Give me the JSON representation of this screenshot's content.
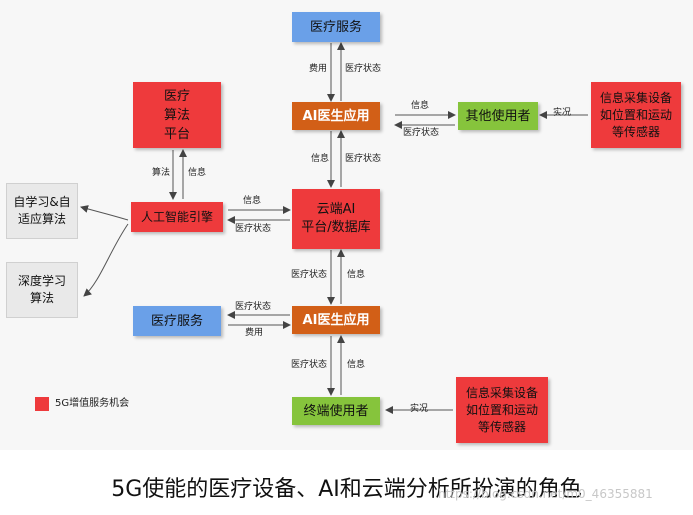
{
  "nodes": {
    "top_medical_service": "医疗服务",
    "medical_algorithm_platform": "医疗\n算法\n平台",
    "ai_doctor_app_top": "AI医生应用",
    "other_users": "其他使用者",
    "sensor_top": "信息采集设备\n如位置和运动\n等传感器",
    "self_learning": "自学习&自\n适应算法",
    "ai_engine": "人工智能引擎",
    "cloud_ai_platform": "云端AI\n平台/数据库",
    "deep_learning": "深度学习\n算法",
    "left_medical_service": "医疗服务",
    "ai_doctor_app_bottom": "AI医生应用",
    "terminal_user": "终端使用者",
    "sensor_bottom": "信息采集设备\n如位置和运动\n等传感器"
  },
  "labels": {
    "top_fee": "费用",
    "top_med_status": "医疗状态",
    "algo": "算法",
    "info_algo": "信息",
    "info_app_other": "信息",
    "status_other_app": "医疗状态",
    "realtime_top": "实况",
    "info_app_cloud": "信息",
    "status_cloud_app": "医疗状态",
    "info_engine_cloud": "信息",
    "status_cloud_engine": "医疗状态",
    "status_cloud_app2": "医疗状态",
    "info_app2_cloud": "信息",
    "status_app2_service": "医疗状态",
    "fee_service_app2": "费用",
    "status_app2_terminal": "医疗状态",
    "info_terminal_app2": "信息",
    "realtime_bottom": "实况"
  },
  "legend": {
    "text": "5G增值服务机会"
  },
  "caption": "5G使能的医疗设备、AI和云端分析所扮演的角色",
  "watermark": "https://blog.csdn.net/m0_46355881",
  "colors": {
    "red": "#ee3a3c",
    "orange": "#d25f17",
    "blue": "#6aa0e8",
    "green": "#86c43c",
    "gray": "#e9e9e9"
  }
}
